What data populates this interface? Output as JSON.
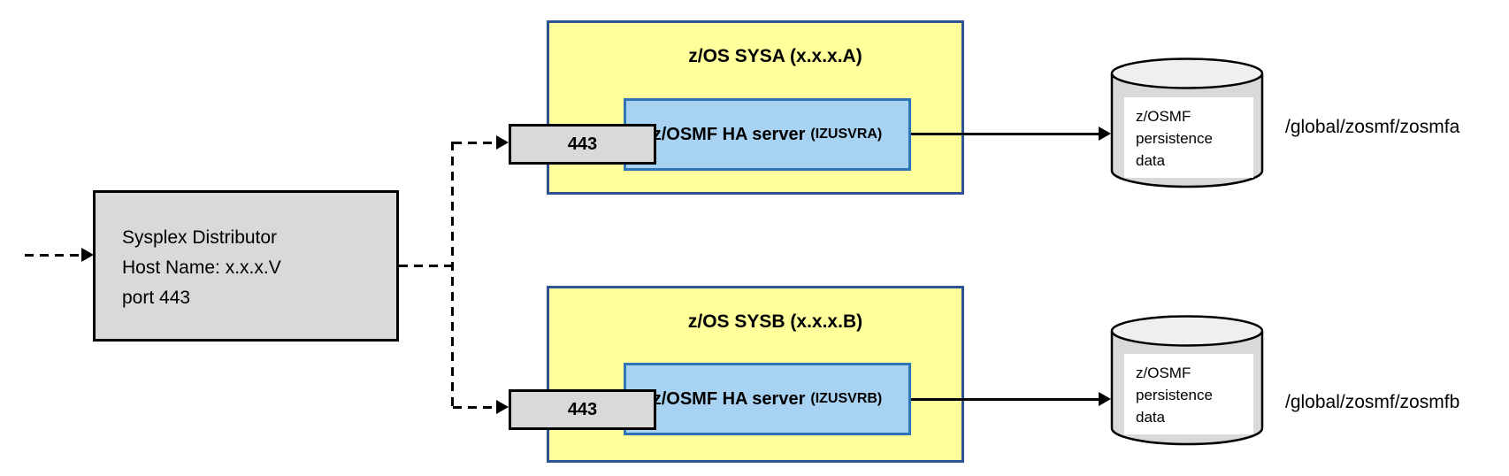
{
  "diagram": {
    "distributor": {
      "line1": "Sysplex Distributor",
      "line2": "Host Name: x.x.x.V",
      "line3": "port 443"
    },
    "systems": [
      {
        "title": "z/OS SYSA (x.x.x.A)",
        "port_label": "443",
        "server_label": "z/OSMF HA server",
        "server_instance": "(IZUSVRA)",
        "datastore_line1": "z/OSMF",
        "datastore_line2": "persistence",
        "datastore_line3": "data",
        "path_label": "/global/zosmf/zosmfa"
      },
      {
        "title": "z/OS SYSB (x.x.x.B)",
        "port_label": "443",
        "server_label": "z/OSMF HA server",
        "server_instance": "(IZUSVRB)",
        "datastore_line1": "z/OSMF",
        "datastore_line2": "persistence",
        "datastore_line3": "data",
        "path_label": "/global/zosmf/zosmfb"
      }
    ],
    "colors": {
      "system_fill": "#ffff9c",
      "system_border": "#2e5395",
      "server_fill": "#a8d2f2",
      "server_border": "#2e75b6",
      "box_fill": "#d9d9d9",
      "line_color": "#000000"
    }
  }
}
